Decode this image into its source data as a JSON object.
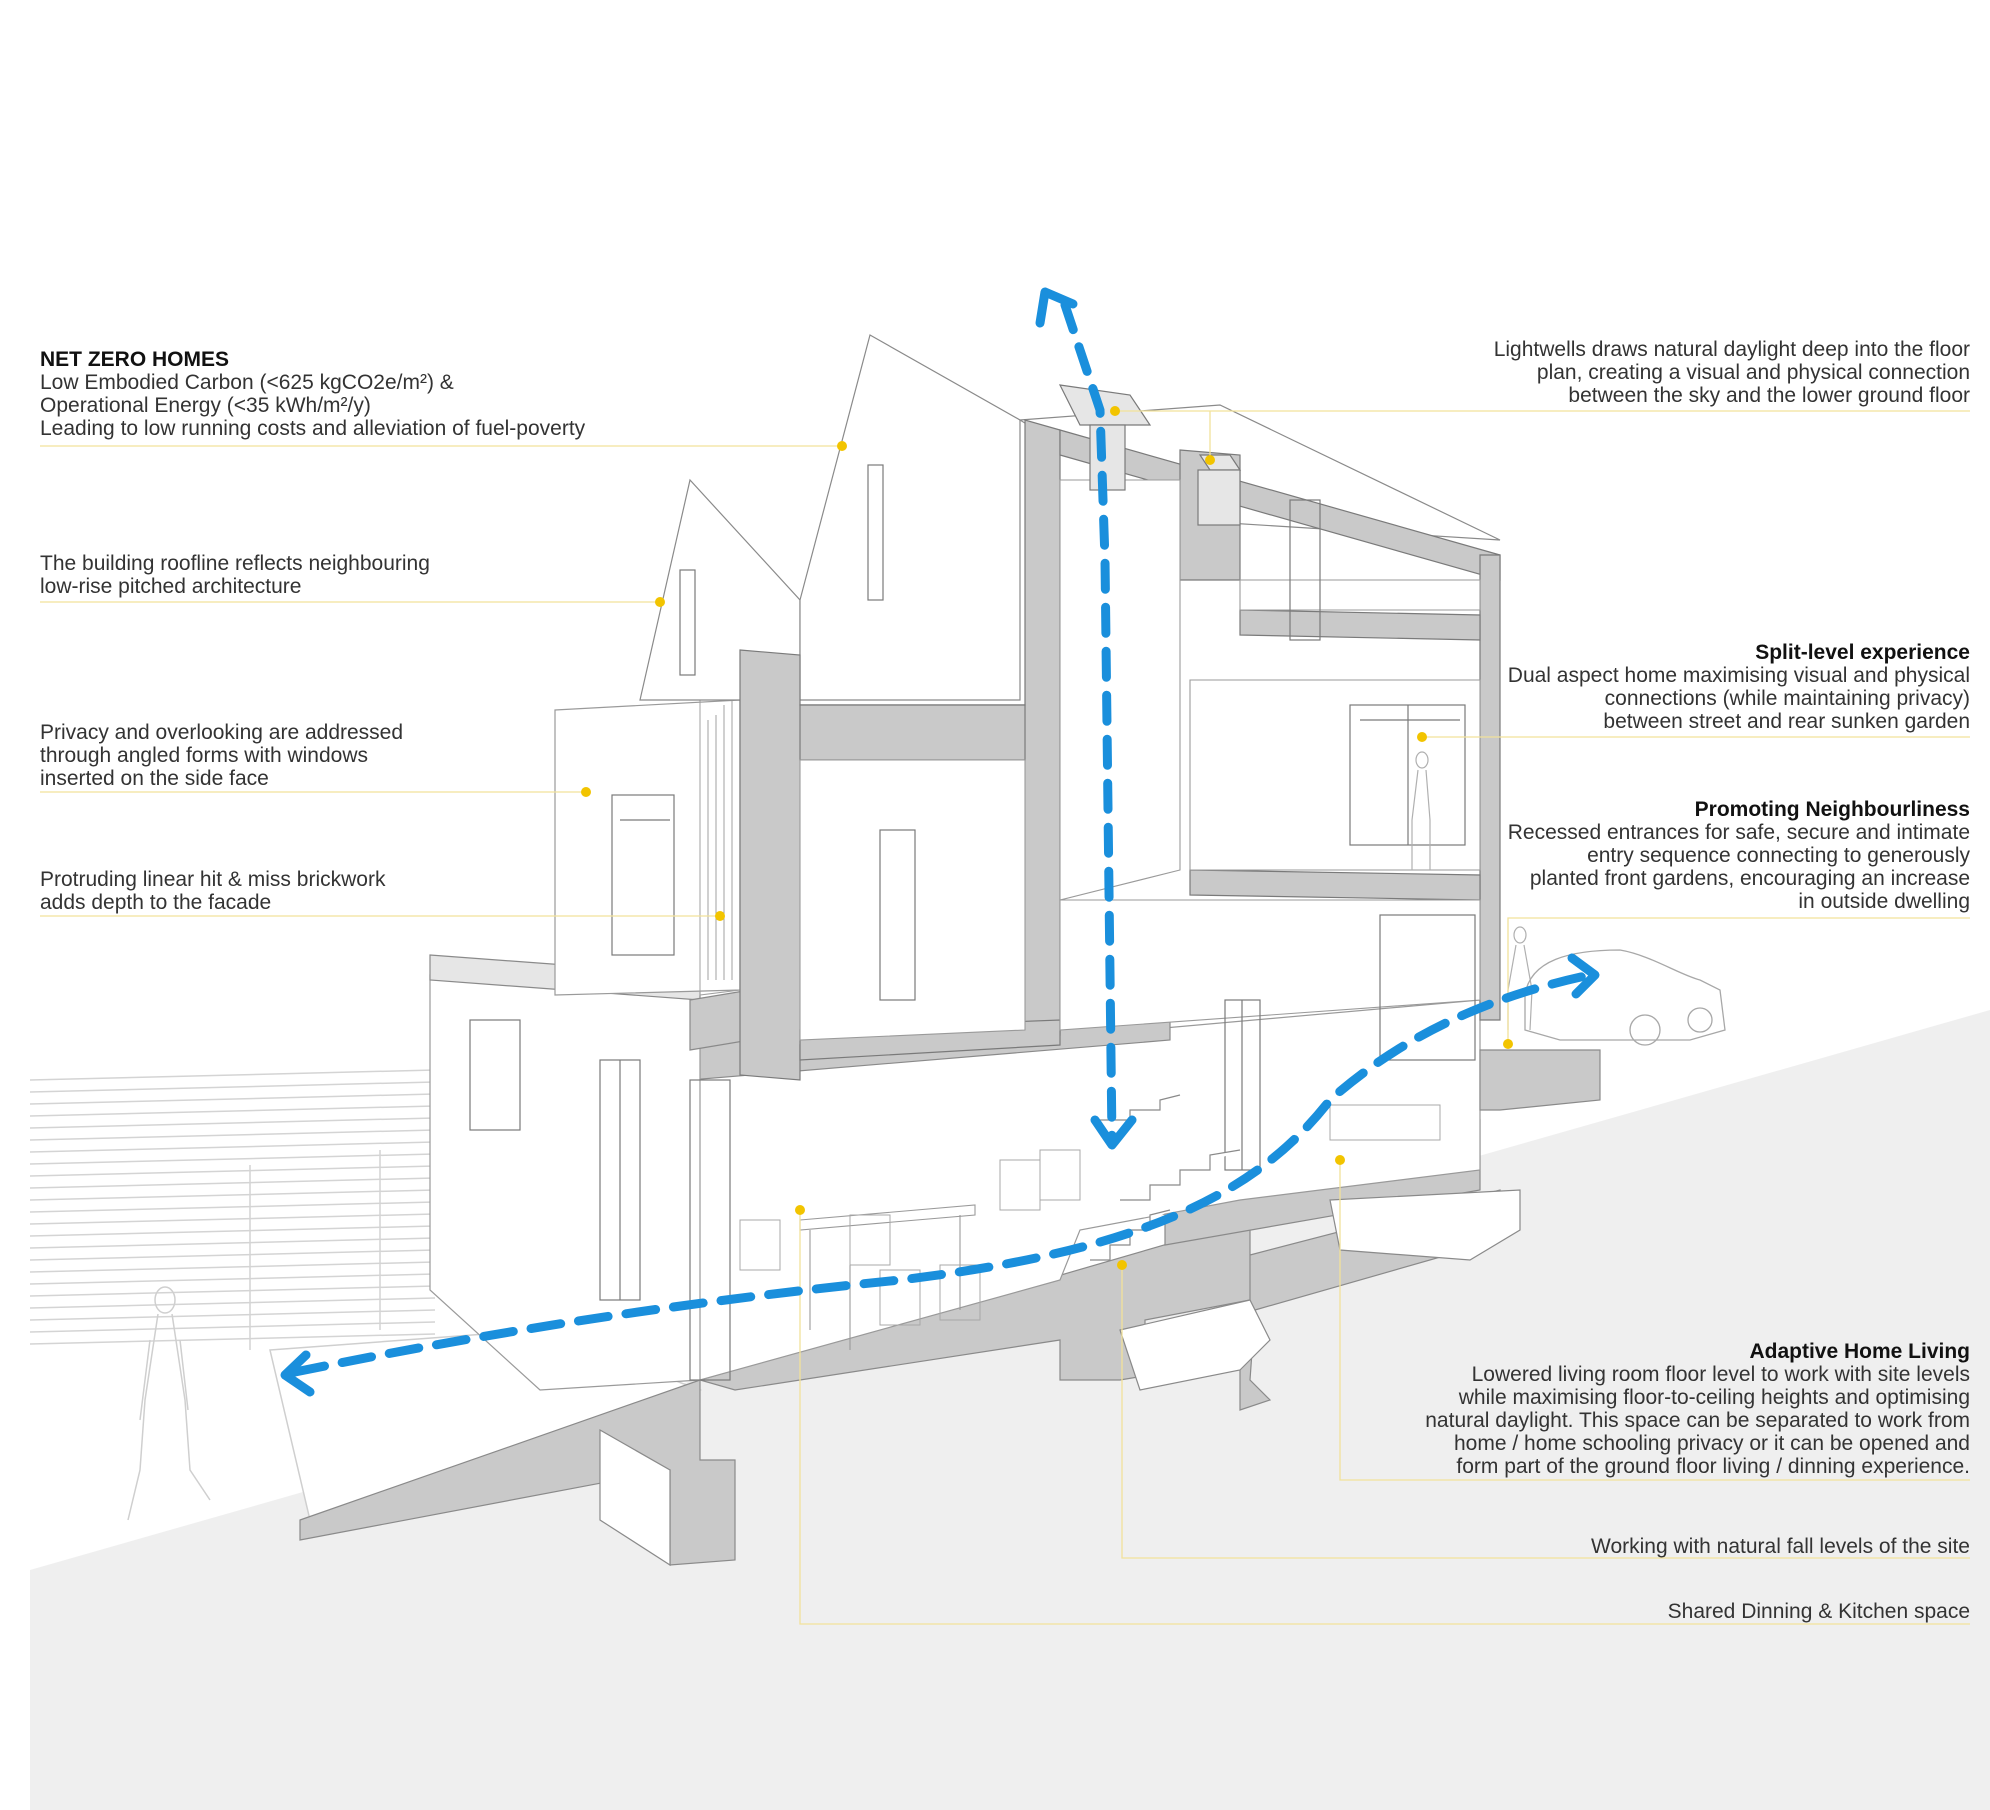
{
  "colors": {
    "section_fill": "#c9c9c9",
    "ground_fill": "#efefef",
    "line": "#8a8a8a",
    "leader": "#f2e29a",
    "dot": "#f2c400",
    "arrow": "#1a8fdc"
  },
  "icons": [
    "person-figure",
    "car",
    "chair",
    "table"
  ],
  "annotations": {
    "net_zero": {
      "title": "NET ZERO HOMES",
      "lines": [
        "Low Embodied Carbon (<625 kgCO2e/m²) &",
        "Operational Energy (<35 kWh/m²/y)",
        "Leading to low running costs and alleviation of fuel-poverty"
      ]
    },
    "roofline": {
      "lines": [
        "The building roofline reflects neighbouring",
        "low-rise pitched architecture"
      ]
    },
    "privacy": {
      "lines": [
        "Privacy and overlooking are addressed",
        "through angled forms with windows",
        "inserted on the side face"
      ]
    },
    "brickwork": {
      "lines": [
        "Protruding linear hit & miss brickwork",
        "adds depth to the facade"
      ]
    },
    "lightwells": {
      "lines": [
        "Lightwells draws natural daylight deep into the floor",
        "plan, creating a visual and physical connection",
        "between the sky and the lower ground floor"
      ]
    },
    "split_level": {
      "title": "Split-level experience",
      "lines": [
        "Dual aspect home maximising visual and physical",
        "connections (while maintaining privacy)",
        "between street and rear sunken garden"
      ]
    },
    "neighbourliness": {
      "title": "Promoting Neighbourliness",
      "lines": [
        "Recessed entrances for safe, secure and intimate",
        "entry sequence connecting to generously",
        "planted front gardens, encouraging an increase",
        "in outside dwelling"
      ]
    },
    "adaptive": {
      "title": "Adaptive Home Living",
      "lines": [
        "Lowered living room floor level to work with site levels",
        "while maximising floor-to-ceiling heights and optimising",
        "natural daylight. This space can be separated to work from",
        "home / home schooling privacy or it can be opened and",
        "form part of the ground floor living / dinning experience."
      ]
    },
    "fall_levels": {
      "lines": [
        "Working with natural fall levels of the site"
      ]
    },
    "dining": {
      "lines": [
        "Shared Dinning & Kitchen space"
      ]
    }
  }
}
